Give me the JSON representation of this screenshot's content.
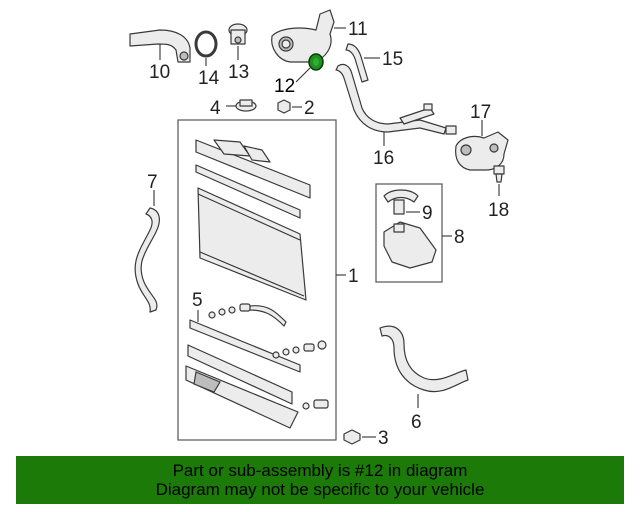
{
  "callouts": {
    "c1": "1",
    "c2": "2",
    "c3": "3",
    "c4": "4",
    "c5": "5",
    "c6": "6",
    "c7": "7",
    "c8": "8",
    "c9": "9",
    "c10": "10",
    "c11": "11",
    "c12": "12",
    "c13": "13",
    "c14": "14",
    "c15": "15",
    "c16": "16",
    "c17": "17",
    "c18": "18"
  },
  "highlight_part": "12",
  "highlight_color": "#1f8f1f",
  "banner": {
    "line1": "Part or sub-assembly is #12 in diagram",
    "line2": "Diagram may not be specific to your vehicle",
    "background": "#1b7a08"
  }
}
